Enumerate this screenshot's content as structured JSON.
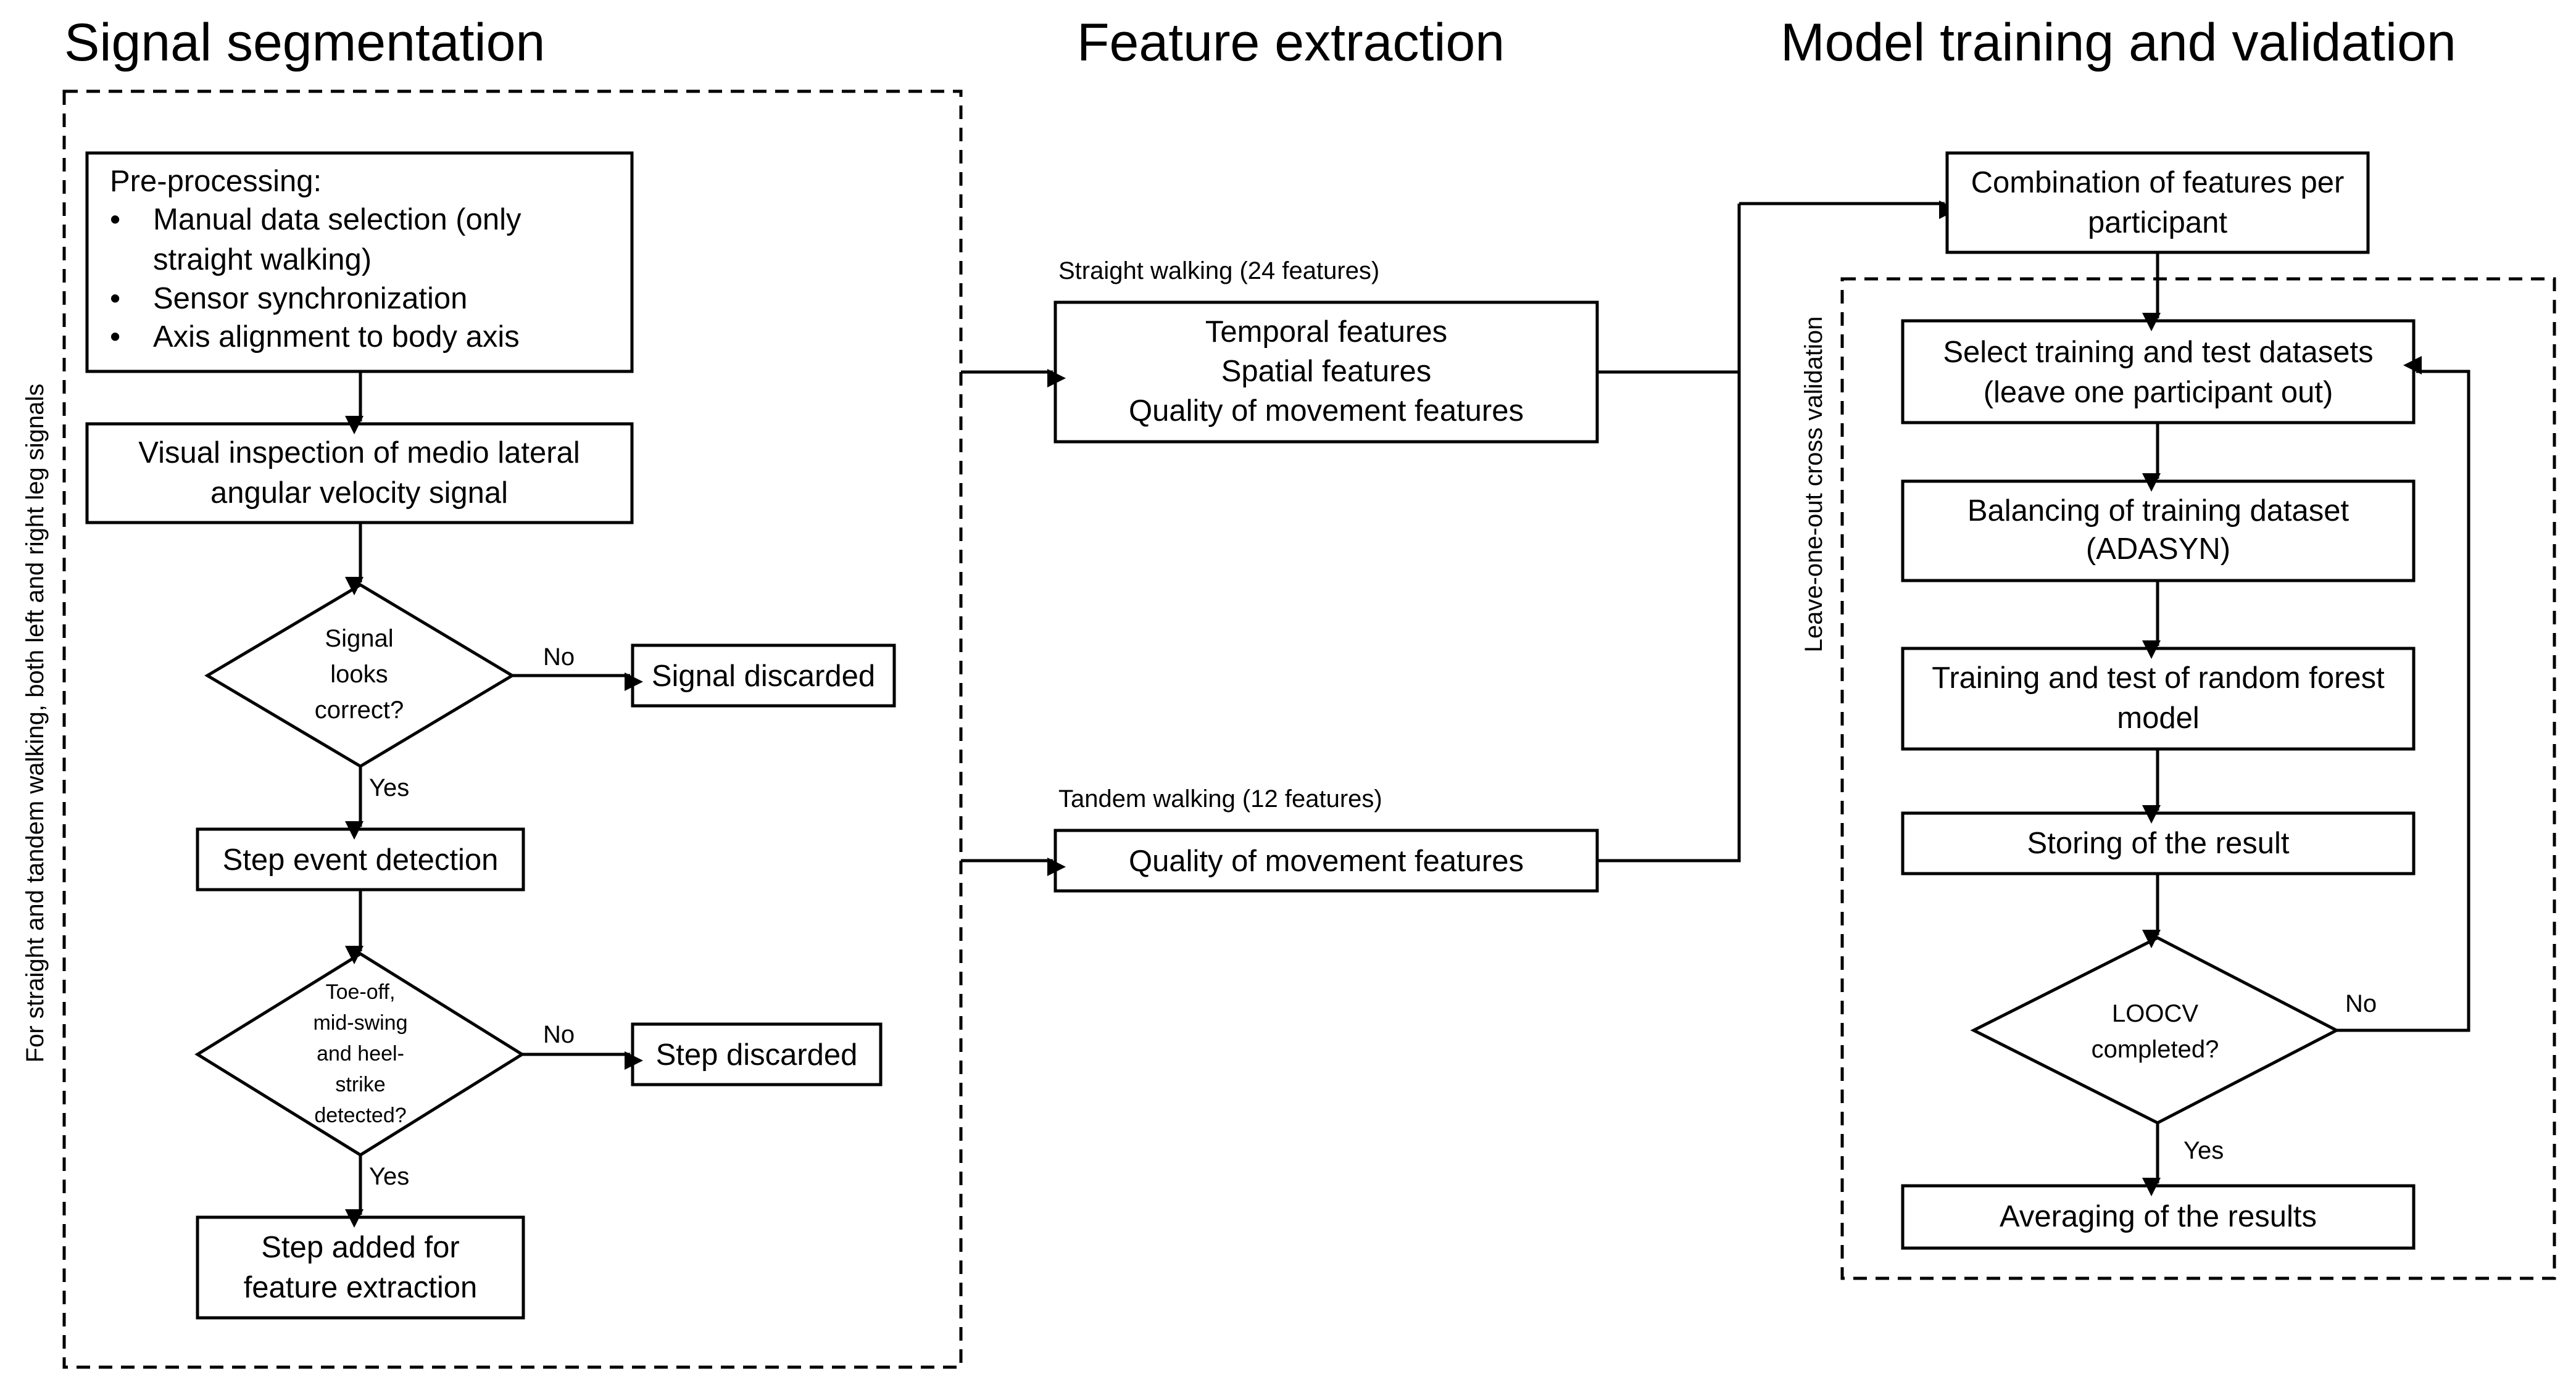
{
  "headers": {
    "signal_segmentation": "Signal segmentation",
    "feature_extraction": "Feature extraction",
    "model_training": "Model training and validation"
  },
  "side_labels": {
    "left": "For straight and tandem walking, both left and right leg signals",
    "loocv": "Leave-one-out cross validation"
  },
  "segmentation": {
    "preprocessing_title": "Pre-processing:",
    "preprocessing_items": [
      "Manual data selection (only",
      "straight walking)",
      "Sensor synchronization",
      "Axis alignment to body axis"
    ],
    "visual_inspection": [
      "Visual inspection of medio lateral",
      "angular velocity signal"
    ],
    "decision_signal": [
      "Signal",
      "looks",
      "correct?"
    ],
    "signal_discarded": "Signal discarded",
    "step_event_detection": "Step event detection",
    "decision_step": [
      "Toe-off,",
      "mid-swing",
      "and heel-",
      "strike",
      "detected?"
    ],
    "step_discarded": "Step discarded",
    "step_added": [
      "Step added for",
      "feature extraction"
    ],
    "label_no": "No",
    "label_yes": "Yes"
  },
  "features": {
    "straight_label": "Straight walking (24 features)",
    "straight_items": [
      "Temporal features",
      "Spatial features",
      "Quality of movement features"
    ],
    "tandem_label": "Tandem walking (12 features)",
    "tandem_items": [
      "Quality of movement features"
    ]
  },
  "training": {
    "combination": [
      "Combination of features per",
      "participant"
    ],
    "select": [
      "Select training and test datasets",
      "(leave one participant out)"
    ],
    "balancing": [
      "Balancing of training dataset",
      "(ADASYN)"
    ],
    "training_test": [
      "Training and test of random forest",
      "model"
    ],
    "storing": "Storing of the result",
    "decision_loocv": [
      "LOOCV",
      "completed?"
    ],
    "averaging": "Averaging of the results",
    "label_no": "No",
    "label_yes": "Yes"
  }
}
